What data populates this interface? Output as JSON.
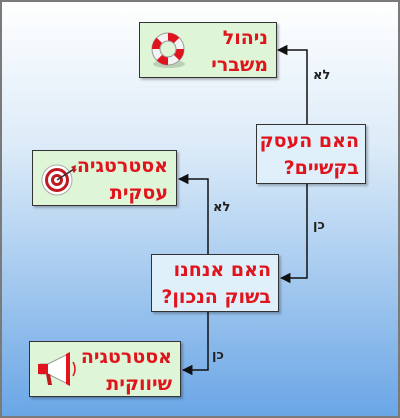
{
  "nodes": {
    "crisis": {
      "line1": "ניהול",
      "line2": "משברי"
    },
    "question_difficulty": {
      "line1": "האם העסק",
      "line2": "בקשיים?"
    },
    "business_strategy": {
      "line1": "אסטרטגיה",
      "line2": "עסקית"
    },
    "question_market": {
      "line1": "האם אנחנו",
      "line2": "בשוק הנכון?"
    },
    "marketing_strategy": {
      "line1": "אסטרטגיה",
      "line2": "שיווקית"
    }
  },
  "edges": {
    "difficulty_no": "לא",
    "difficulty_yes": "כן",
    "market_no": "לא",
    "market_yes": "כן"
  },
  "icons": {
    "crisis": "life-ring-icon",
    "business_strategy": "target-icon",
    "marketing_strategy": "megaphone-icon"
  },
  "colors": {
    "text": "#e0141c",
    "decision_fill": "#dff0fb",
    "outcome_fill": "#dff5d8"
  }
}
